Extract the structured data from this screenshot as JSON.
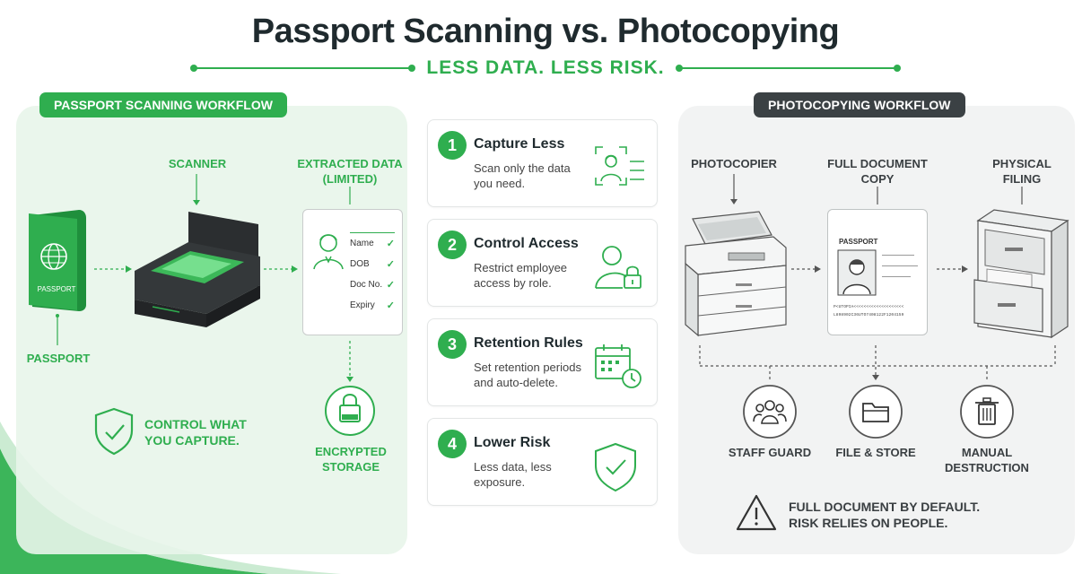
{
  "title": "Passport Scanning vs. Photocopying",
  "subtitle": "LESS DATA. LESS RISK.",
  "scanning": {
    "header": "PASSPORT SCANNING WORKFLOW",
    "scanner_label": "SCANNER",
    "extracted_label_1": "EXTRACTED DATA",
    "extracted_label_2": "(LIMITED)",
    "passport_label": "PASSPORT",
    "passport_cover_text": "PASSPORT",
    "data_fields": [
      "Name",
      "DOB",
      "Doc No.",
      "Expiry"
    ],
    "encrypted_label_1": "ENCRYPTED",
    "encrypted_label_2": "STORAGE",
    "control_line_1": "CONTROL WHAT",
    "control_line_2": "YOU CAPTURE."
  },
  "steps": [
    {
      "num": "1",
      "title": "Capture Less",
      "desc": "Scan only the data you need.",
      "icon": "face-scan-icon"
    },
    {
      "num": "2",
      "title": "Control Access",
      "desc": "Restrict employee access by role.",
      "icon": "user-lock-icon"
    },
    {
      "num": "3",
      "title": "Retention Rules",
      "desc": "Set retention periods and auto-delete.",
      "icon": "calendar-clock-icon"
    },
    {
      "num": "4",
      "title": "Lower Risk",
      "desc": "Less data, less exposure.",
      "icon": "shield-check-icon"
    }
  ],
  "photocopy": {
    "header": "PHOTOCOPYING WORKFLOW",
    "photocopier_label": "PHOTOCOPIER",
    "copy_label_1": "FULL DOCUMENT",
    "copy_label_2": "COPY",
    "filing_label_1": "PHYSICAL",
    "filing_label_2": "FILING",
    "copy_card_title": "PASSPORT",
    "mrz_line_1": "P<UTOPIA<<<<<<<<<<<<<<<<<<<<",
    "mrz_line_2": "L898902C36UTO7408122F1204159",
    "outcomes": [
      {
        "label_1": "STAFF GUARD",
        "label_2": "",
        "icon": "people-icon"
      },
      {
        "label_1": "FILE & STORE",
        "label_2": "",
        "icon": "folder-icon"
      },
      {
        "label_1": "MANUAL",
        "label_2": "DESTRUCTION",
        "icon": "trash-icon"
      }
    ],
    "warning_line_1": "FULL DOCUMENT BY DEFAULT.",
    "warning_line_2": "RISK RELIES ON PEOPLE."
  },
  "colors": {
    "accent": "#2fae4f",
    "dark": "#3b4144",
    "panel_green": "#e8f5ea",
    "panel_gray": "#f2f3f3"
  }
}
